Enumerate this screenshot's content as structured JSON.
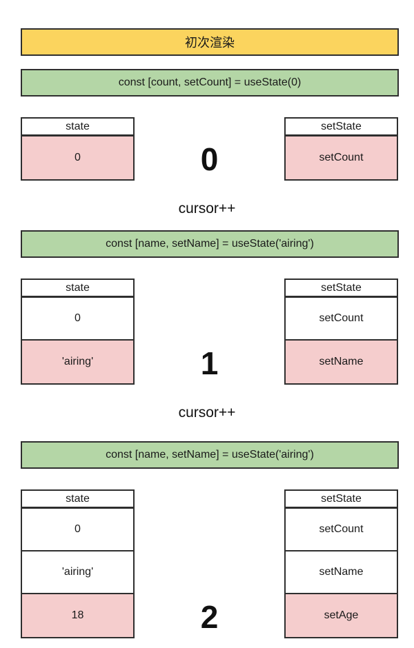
{
  "title_banner": {
    "label": "初次渲染"
  },
  "colors": {
    "banner_yellow": "#fbd45e",
    "banner_green": "#b4d6a6",
    "highlight_pink": "#f5cdcd",
    "border": "#2e2e2e"
  },
  "sections": [
    {
      "code": "const [count, setCount] = useState(0)",
      "cursor_value": "0",
      "after_label": "cursor++",
      "state_table": {
        "header": "state",
        "rows": [
          {
            "label": "0",
            "highlight": true
          }
        ]
      },
      "setstate_table": {
        "header": "setState",
        "rows": [
          {
            "label": "setCount",
            "highlight": true
          }
        ]
      }
    },
    {
      "code": "const [name, setName] = useState('airing')",
      "cursor_value": "1",
      "after_label": "cursor++",
      "state_table": {
        "header": "state",
        "rows": [
          {
            "label": "0",
            "highlight": false
          },
          {
            "label": "'airing'",
            "highlight": true
          }
        ]
      },
      "setstate_table": {
        "header": "setState",
        "rows": [
          {
            "label": "setCount",
            "highlight": false
          },
          {
            "label": "setName",
            "highlight": true
          }
        ]
      }
    },
    {
      "code": "const [name, setName] = useState('airing')",
      "cursor_value": "2",
      "after_label": null,
      "state_table": {
        "header": "state",
        "rows": [
          {
            "label": "0",
            "highlight": false
          },
          {
            "label": "'airing'",
            "highlight": false
          },
          {
            "label": "18",
            "highlight": true
          }
        ]
      },
      "setstate_table": {
        "header": "setState",
        "rows": [
          {
            "label": "setCount",
            "highlight": false
          },
          {
            "label": "setName",
            "highlight": false
          },
          {
            "label": "setAge",
            "highlight": true
          }
        ]
      }
    }
  ]
}
